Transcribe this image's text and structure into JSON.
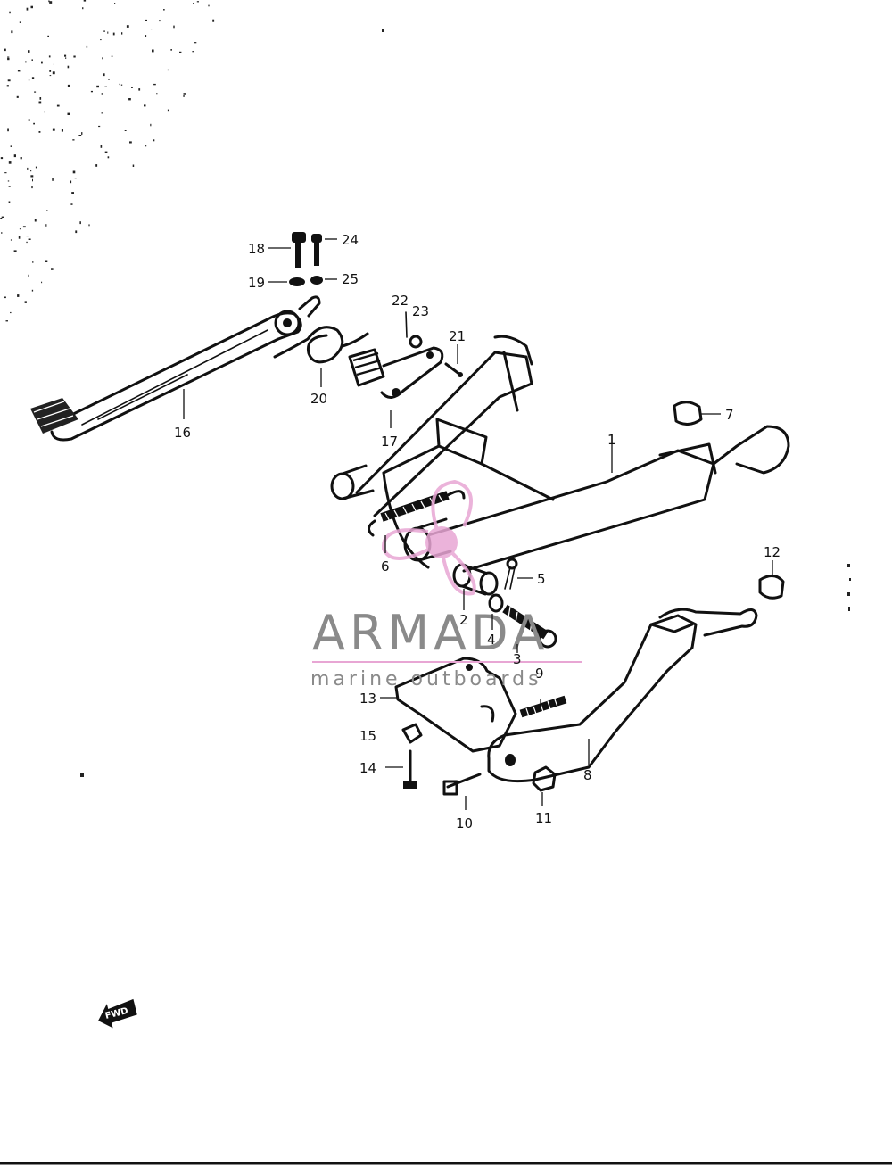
{
  "watermark": {
    "brand": "ARMADA",
    "tagline": "marine outboards",
    "logo_color": "#e8a6d4",
    "text_color": "#8a8a8a"
  },
  "callouts": {
    "c1": "1",
    "c2": "2",
    "c3": "3",
    "c4": "4",
    "c5": "5",
    "c6": "6",
    "c7": "7",
    "c8": "8",
    "c9": "9",
    "c10": "10",
    "c11": "11",
    "c12": "12",
    "c13": "13",
    "c14": "14",
    "c15": "15",
    "c16": "16",
    "c17": "17",
    "c18": "18",
    "c19": "19",
    "c20": "20",
    "c21": "21",
    "c22": "22",
    "c23": "23",
    "c24": "24",
    "c25": "25"
  },
  "direction_marker": {
    "label": "FWD",
    "icon": "arrow-left-icon"
  }
}
